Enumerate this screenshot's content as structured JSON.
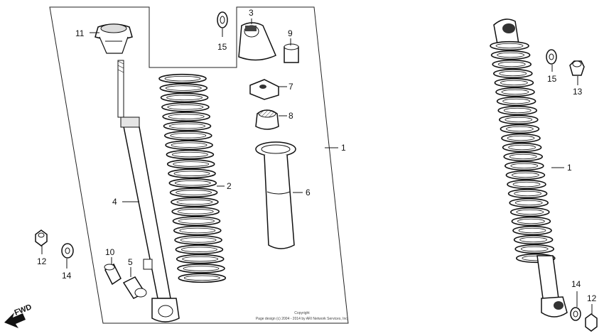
{
  "callouts": {
    "c1a": "1",
    "c1b": "1",
    "c2": "2",
    "c3": "3",
    "c4": "4",
    "c5": "5",
    "c6": "6",
    "c7": "7",
    "c8": "8",
    "c9": "9",
    "c10": "10",
    "c11": "11",
    "c12a": "12",
    "c12b": "12",
    "c13": "13",
    "c14a": "14",
    "c14b": "14",
    "c15a": "15",
    "c15b": "15"
  },
  "fwd_label": "FWD",
  "copyright": {
    "line1": "Copyright",
    "line2": "Page design (c) 2004 - 2014 by ARI Network Services, Inc."
  }
}
